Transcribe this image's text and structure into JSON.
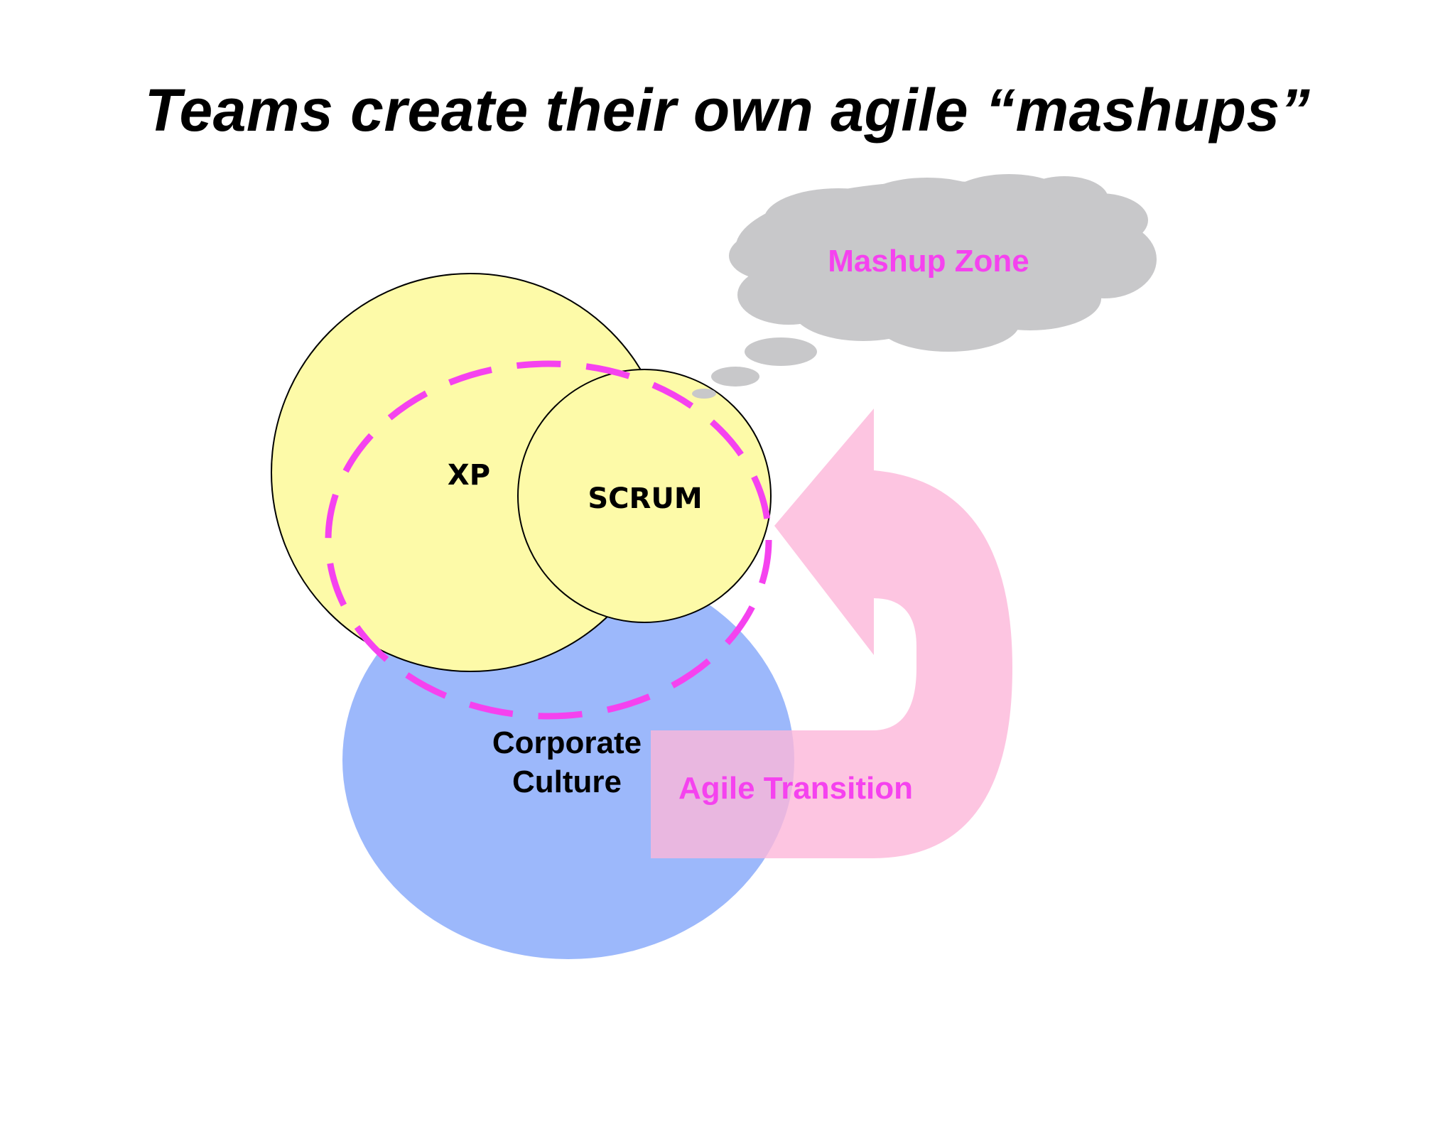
{
  "title": "Teams create their own agile “mashups”",
  "nodes": {
    "xp": {
      "label": "XP"
    },
    "scrum": {
      "label": "SCRUM"
    },
    "corporate_culture": {
      "line1": "Corporate",
      "line2": "Culture"
    }
  },
  "thought_bubble": {
    "label": "Mashup Zone"
  },
  "transition_arrow": {
    "label": "Agile Transition"
  },
  "colors": {
    "methodology_fill": "#fdfaa8",
    "culture_fill": "#9cb8fb",
    "mashup_outline": "#f542ef",
    "cloud_fill": "#c8c8ca",
    "arrow_fill": "#fdb7d9",
    "label_pink": "#f542ef",
    "text": "#000000"
  }
}
